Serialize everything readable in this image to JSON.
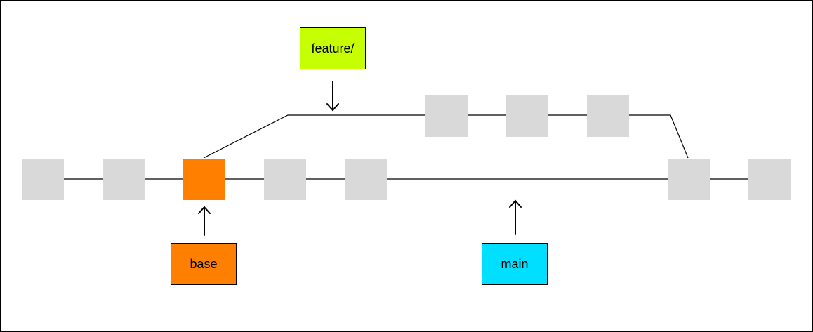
{
  "colors": {
    "commit": "#d9d9d9",
    "base_commit": "#ff8000",
    "feature_label": "#c6ff00",
    "base_label": "#ff8000",
    "main_label": "#00dfff",
    "line": "#000000"
  },
  "labels": {
    "feature": "feature/",
    "base": "base",
    "main": "main"
  },
  "main_branch": {
    "commit_count": 7,
    "highlighted_commit_index": 2
  },
  "feature_branch": {
    "commit_count": 3,
    "branches_from_commit_index": 2,
    "merges_into_commit_index": 5
  }
}
